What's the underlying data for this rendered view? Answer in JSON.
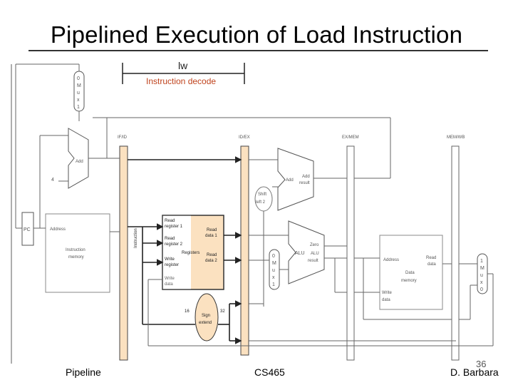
{
  "slide": {
    "title": "Pipelined Execution of Load Instruction",
    "footer_left": "Pipeline",
    "footer_center": "CS465",
    "footer_right": "D. Barbara",
    "page_number": "36"
  },
  "diagram": {
    "instruction": "lw",
    "stage": "Instruction decode",
    "pipeline_registers": [
      "IF/ID",
      "ID/EX",
      "EX/MEM",
      "MEM/WB"
    ],
    "mux_top": [
      "0",
      "M",
      "u",
      "x",
      "1"
    ],
    "mux_idex": [
      "0",
      "M",
      "u",
      "x",
      "1"
    ],
    "mux_wb": [
      "1",
      "M",
      "u",
      "x",
      "0"
    ],
    "pc": "PC",
    "four": "4",
    "add_if": "Add",
    "instr_mem": {
      "address": "Address",
      "line1": "Instruction",
      "line2": "memory"
    },
    "instruction_label": "Instruction",
    "registers": {
      "read_reg1": [
        "Read",
        "register 1"
      ],
      "read_reg2": [
        "Read",
        "register 2"
      ],
      "write_reg": [
        "Write",
        "register"
      ],
      "write_data": [
        "Write",
        "data"
      ],
      "read_data1": [
        "Read",
        "data 1"
      ],
      "read_data2": [
        "Read",
        "data 2"
      ],
      "name": "Registers"
    },
    "shift": [
      "Shift",
      "left 2"
    ],
    "add_ex": "Add",
    "add_result": [
      "Add",
      "result"
    ],
    "alu": {
      "name": "ALU",
      "zero": "Zero",
      "result": [
        "ALU",
        "result"
      ]
    },
    "data_mem": {
      "address": "Address",
      "read_data": [
        "Read",
        "data"
      ],
      "name": [
        "Data",
        "memory"
      ],
      "write_data": [
        "Write",
        "data"
      ]
    },
    "sign_extend": [
      "Sign",
      "extend"
    ],
    "bits_in": "16",
    "bits_out": "32",
    "colors": {
      "highlight": "#fbe1c0",
      "stage_label": "#c0441e",
      "wire": "#222222"
    }
  }
}
